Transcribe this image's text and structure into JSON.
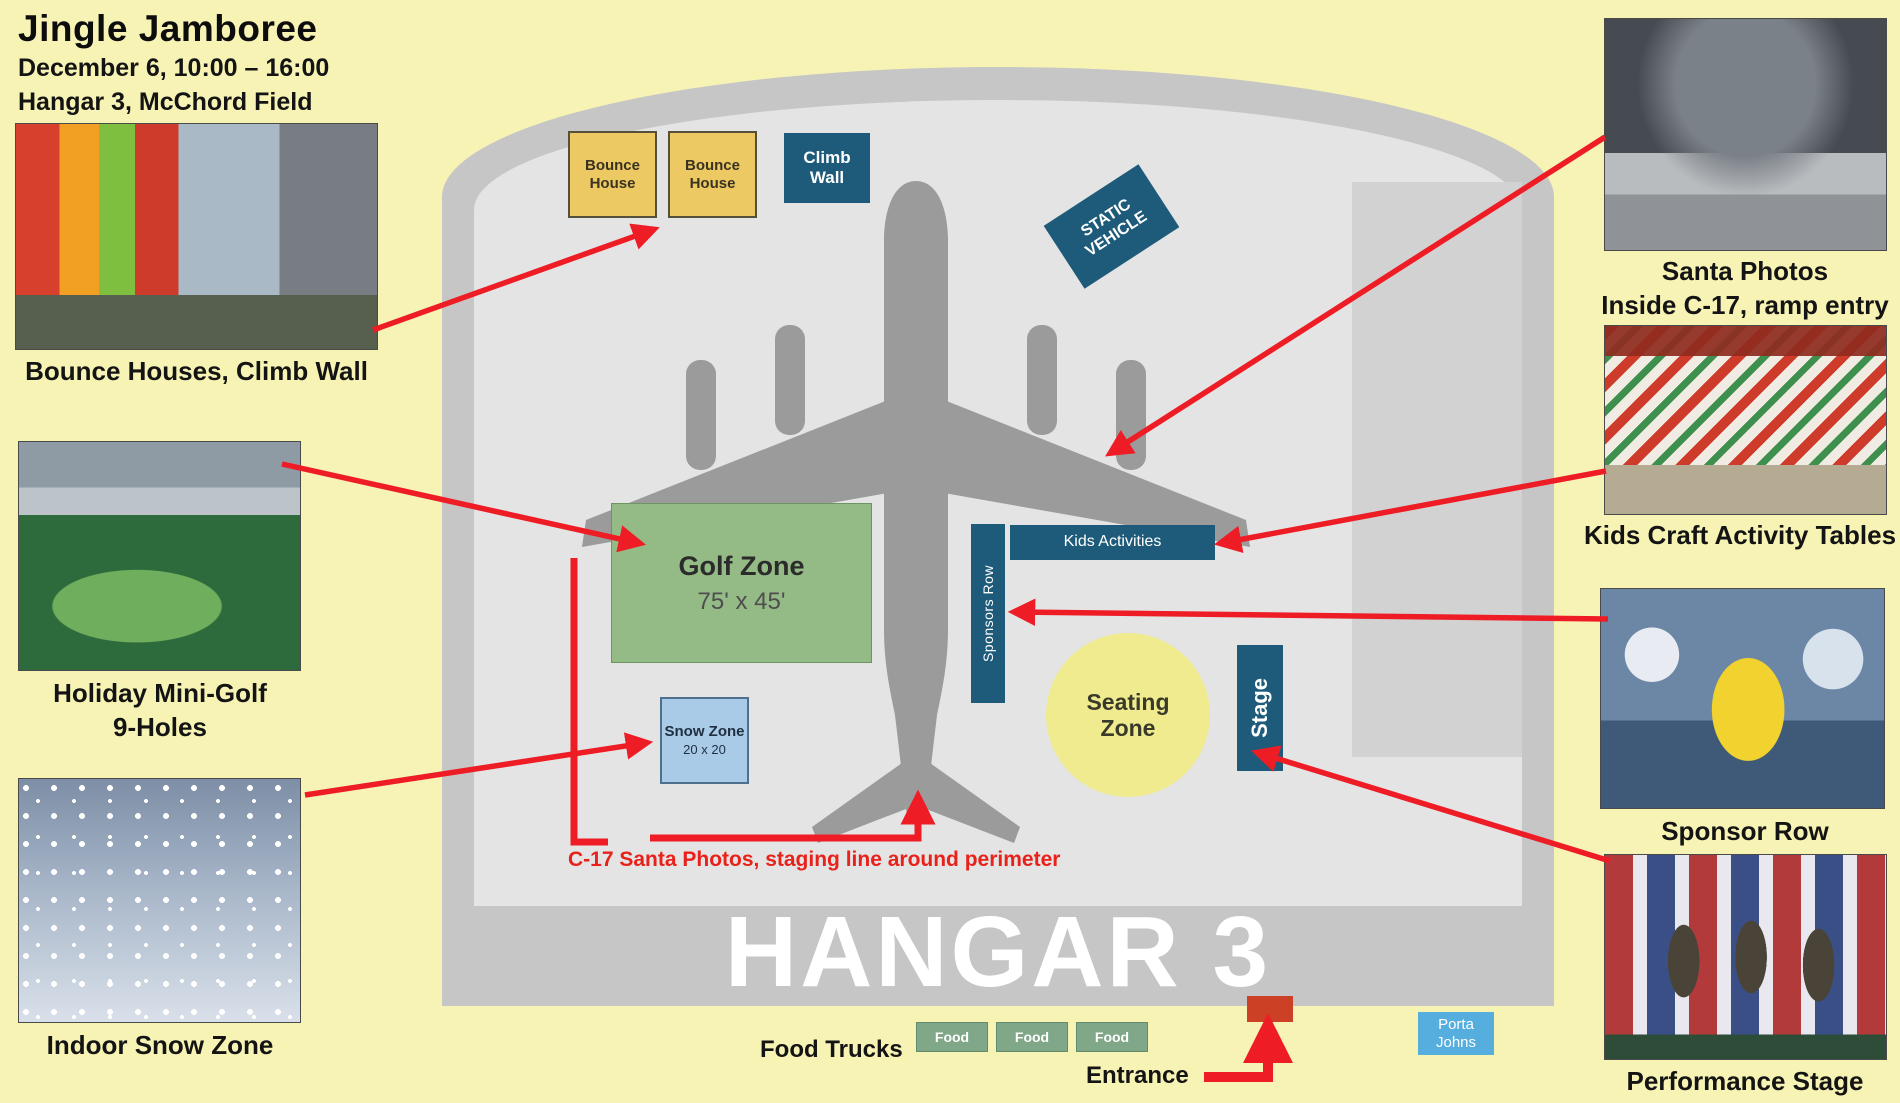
{
  "colors": {
    "background": "#f7f3b4",
    "arrow_red": "#ee1c25",
    "zone_teal": "#1e5b7b",
    "bounce_yellow": "#ecc963",
    "golf_green": "#94ba85",
    "snow_blue": "#a9cbe8",
    "seating_yellow": "#efeb8e",
    "food_green": "#7fa788",
    "porta_blue": "#55aede",
    "entrance_orange": "#cc4125",
    "hangar_wall": "#c6c6c6",
    "hangar_floor": "#e4e4e4",
    "aircraft_gray": "#9b9b9b"
  },
  "header": {
    "title": "Jingle Jamboree",
    "date": "December 6, 10:00 – 16:00",
    "location": "Hangar 3, McChord Field"
  },
  "callouts": {
    "bounce": {
      "caption": "Bounce Houses, Climb Wall"
    },
    "minigolf": {
      "caption_line1": "Holiday Mini-Golf",
      "caption_line2": "9-Holes"
    },
    "snow": {
      "caption": "Indoor Snow Zone"
    },
    "santa": {
      "caption_line1": "Santa Photos",
      "caption_line2": "Inside C-17, ramp entry"
    },
    "crafts": {
      "caption": "Kids Craft Activity Tables"
    },
    "sponsor": {
      "caption": "Sponsor Row"
    },
    "performance": {
      "caption": "Performance Stage"
    }
  },
  "map": {
    "hangar_label": "HANGAR 3",
    "zones": {
      "bounce_houses": [
        "Bounce House",
        "Bounce House"
      ],
      "climb_wall": "Climb Wall",
      "static_vehicle": "STATIC VEHICLE",
      "golf_zone_title": "Golf Zone",
      "golf_zone_size": "75' x 45'",
      "snow_zone_title": "Snow Zone",
      "snow_zone_size": "20 x 20",
      "sponsors_row": "Sponsors Row",
      "kids_activities": "Kids Activities",
      "seating_zone": "Seating Zone",
      "stage": "Stage"
    },
    "annotations": {
      "staging_note": "C-17 Santa Photos, staging line around perimeter",
      "food_trucks_label": "Food Trucks",
      "food_labels": [
        "Food",
        "Food",
        "Food"
      ],
      "entrance_label": "Entrance",
      "porta_johns": "Porta Johns"
    }
  }
}
